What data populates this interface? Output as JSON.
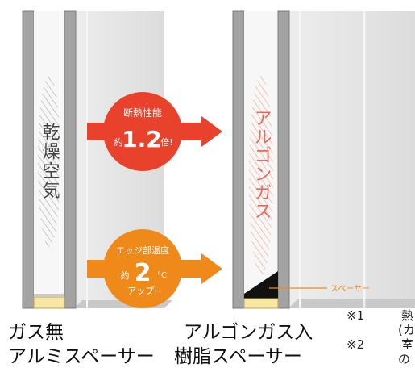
{
  "left_pane": {
    "gas_label": "乾燥空気",
    "caption_line1": "ガス無",
    "caption_line2": "アルミスペーサー"
  },
  "right_pane": {
    "gas_label": "アルゴンガス",
    "spacer_label": "スペーサー",
    "caption_line1": "アルゴンガス入",
    "caption_line2": "樹脂スペーサー"
  },
  "badge_insulation": {
    "title": "断熱性能",
    "prefix": "約",
    "value": "1.2",
    "suffix": "倍!",
    "color": "#e8412c"
  },
  "badge_edge_temp": {
    "title": "エッジ部温度",
    "prefix": "約",
    "value": "2",
    "unit": "°C",
    "suffix": "アップ!",
    "color": "#ef8a1a"
  },
  "notes": {
    "note1_mark": "※1",
    "note1_line1": "熱",
    "note1_line2": "(カ",
    "note2_mark": "※2",
    "note2_line1": "室",
    "note2_line2": "の"
  },
  "colors": {
    "frame": "#9a9a9a",
    "glass": "#e4e6e8",
    "spacer_aluminum": "#f7e7a2",
    "spacer_resin": "#111111",
    "leader_line": "#ef8a1a"
  }
}
